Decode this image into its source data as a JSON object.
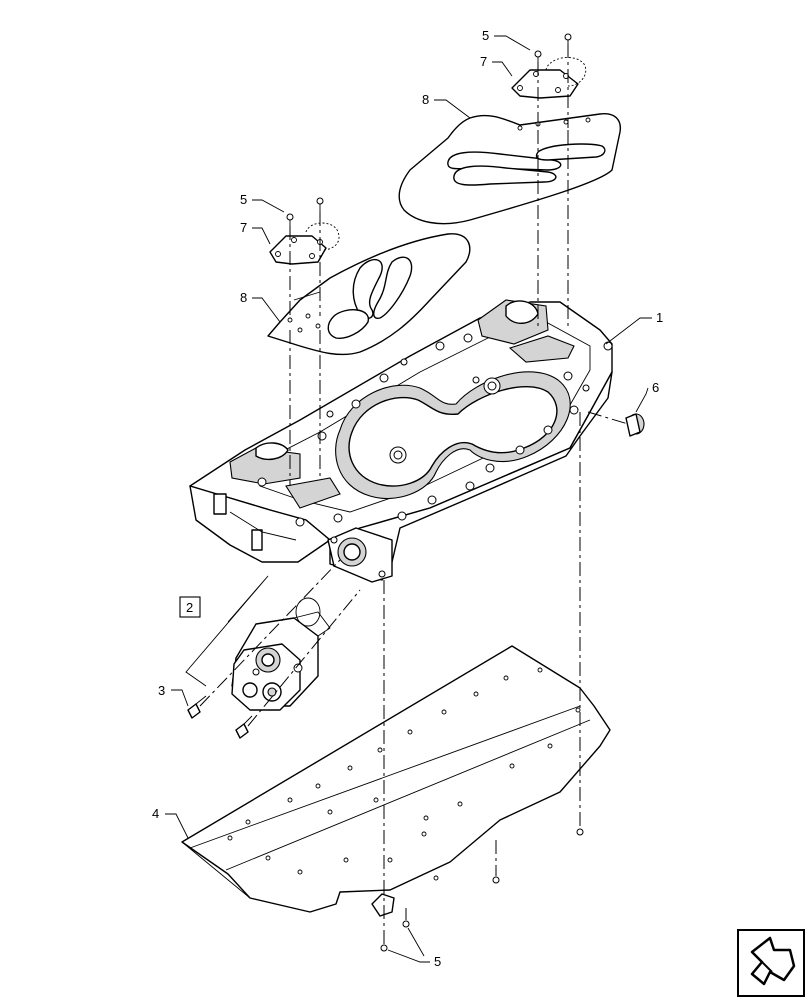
{
  "callouts": {
    "c1": "1",
    "c2": "2",
    "c3": "3",
    "c4": "4",
    "c5a": "5",
    "c5b": "5",
    "c5c": "5",
    "c6": "6",
    "c7a": "7",
    "c7b": "7",
    "c8a": "8",
    "c8b": "8"
  },
  "icons": {
    "nav": "bent-arrow-icon"
  }
}
